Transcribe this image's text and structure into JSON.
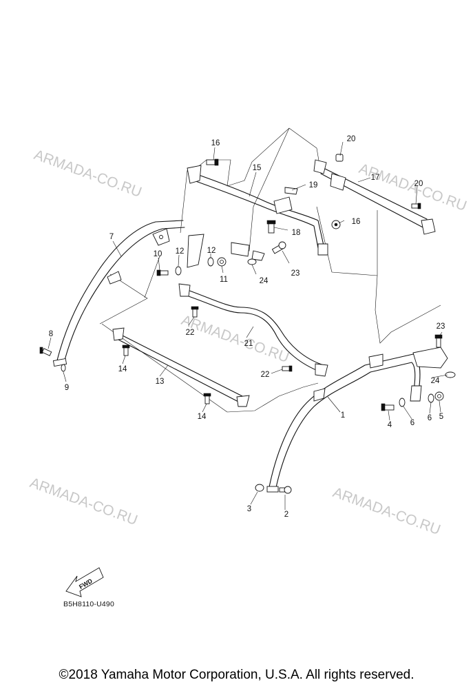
{
  "watermarks": [
    "ARMADA-CO.RU",
    "ARMADA-CO.RU",
    "ARMADA-CO.RU",
    "ARMADA-CO.RU",
    "ARMADA-CO.RU"
  ],
  "callouts": [
    "1",
    "2",
    "3",
    "4",
    "5",
    "6",
    "6",
    "7",
    "8",
    "9",
    "10",
    "11",
    "12",
    "12",
    "13",
    "14",
    "14",
    "15",
    "16",
    "16",
    "17",
    "18",
    "19",
    "20",
    "20",
    "21",
    "22",
    "22",
    "23",
    "23",
    "24",
    "24"
  ],
  "fwd_label": "FWD",
  "diagram_code": "B5H8110-U490",
  "copyright": "©2018 Yamaha Motor Corporation, U.S.A. All rights reserved."
}
